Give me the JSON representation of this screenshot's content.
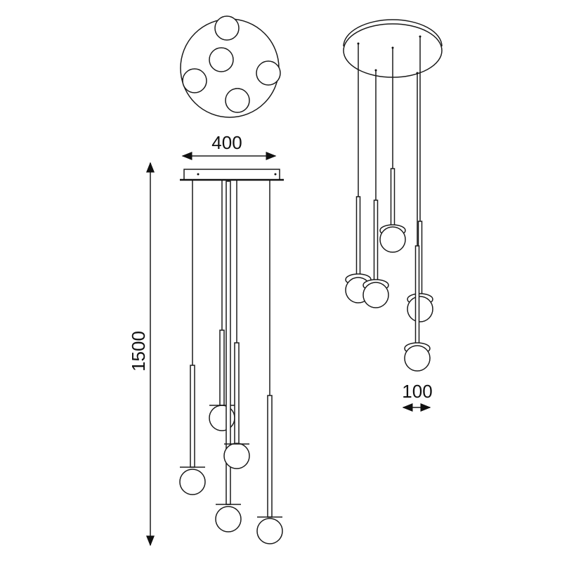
{
  "dimensions": {
    "width_label": "400",
    "height_label": "1500",
    "globe_label": "100"
  },
  "colors": {
    "line": "#1a1a1a",
    "background": "#ffffff"
  }
}
